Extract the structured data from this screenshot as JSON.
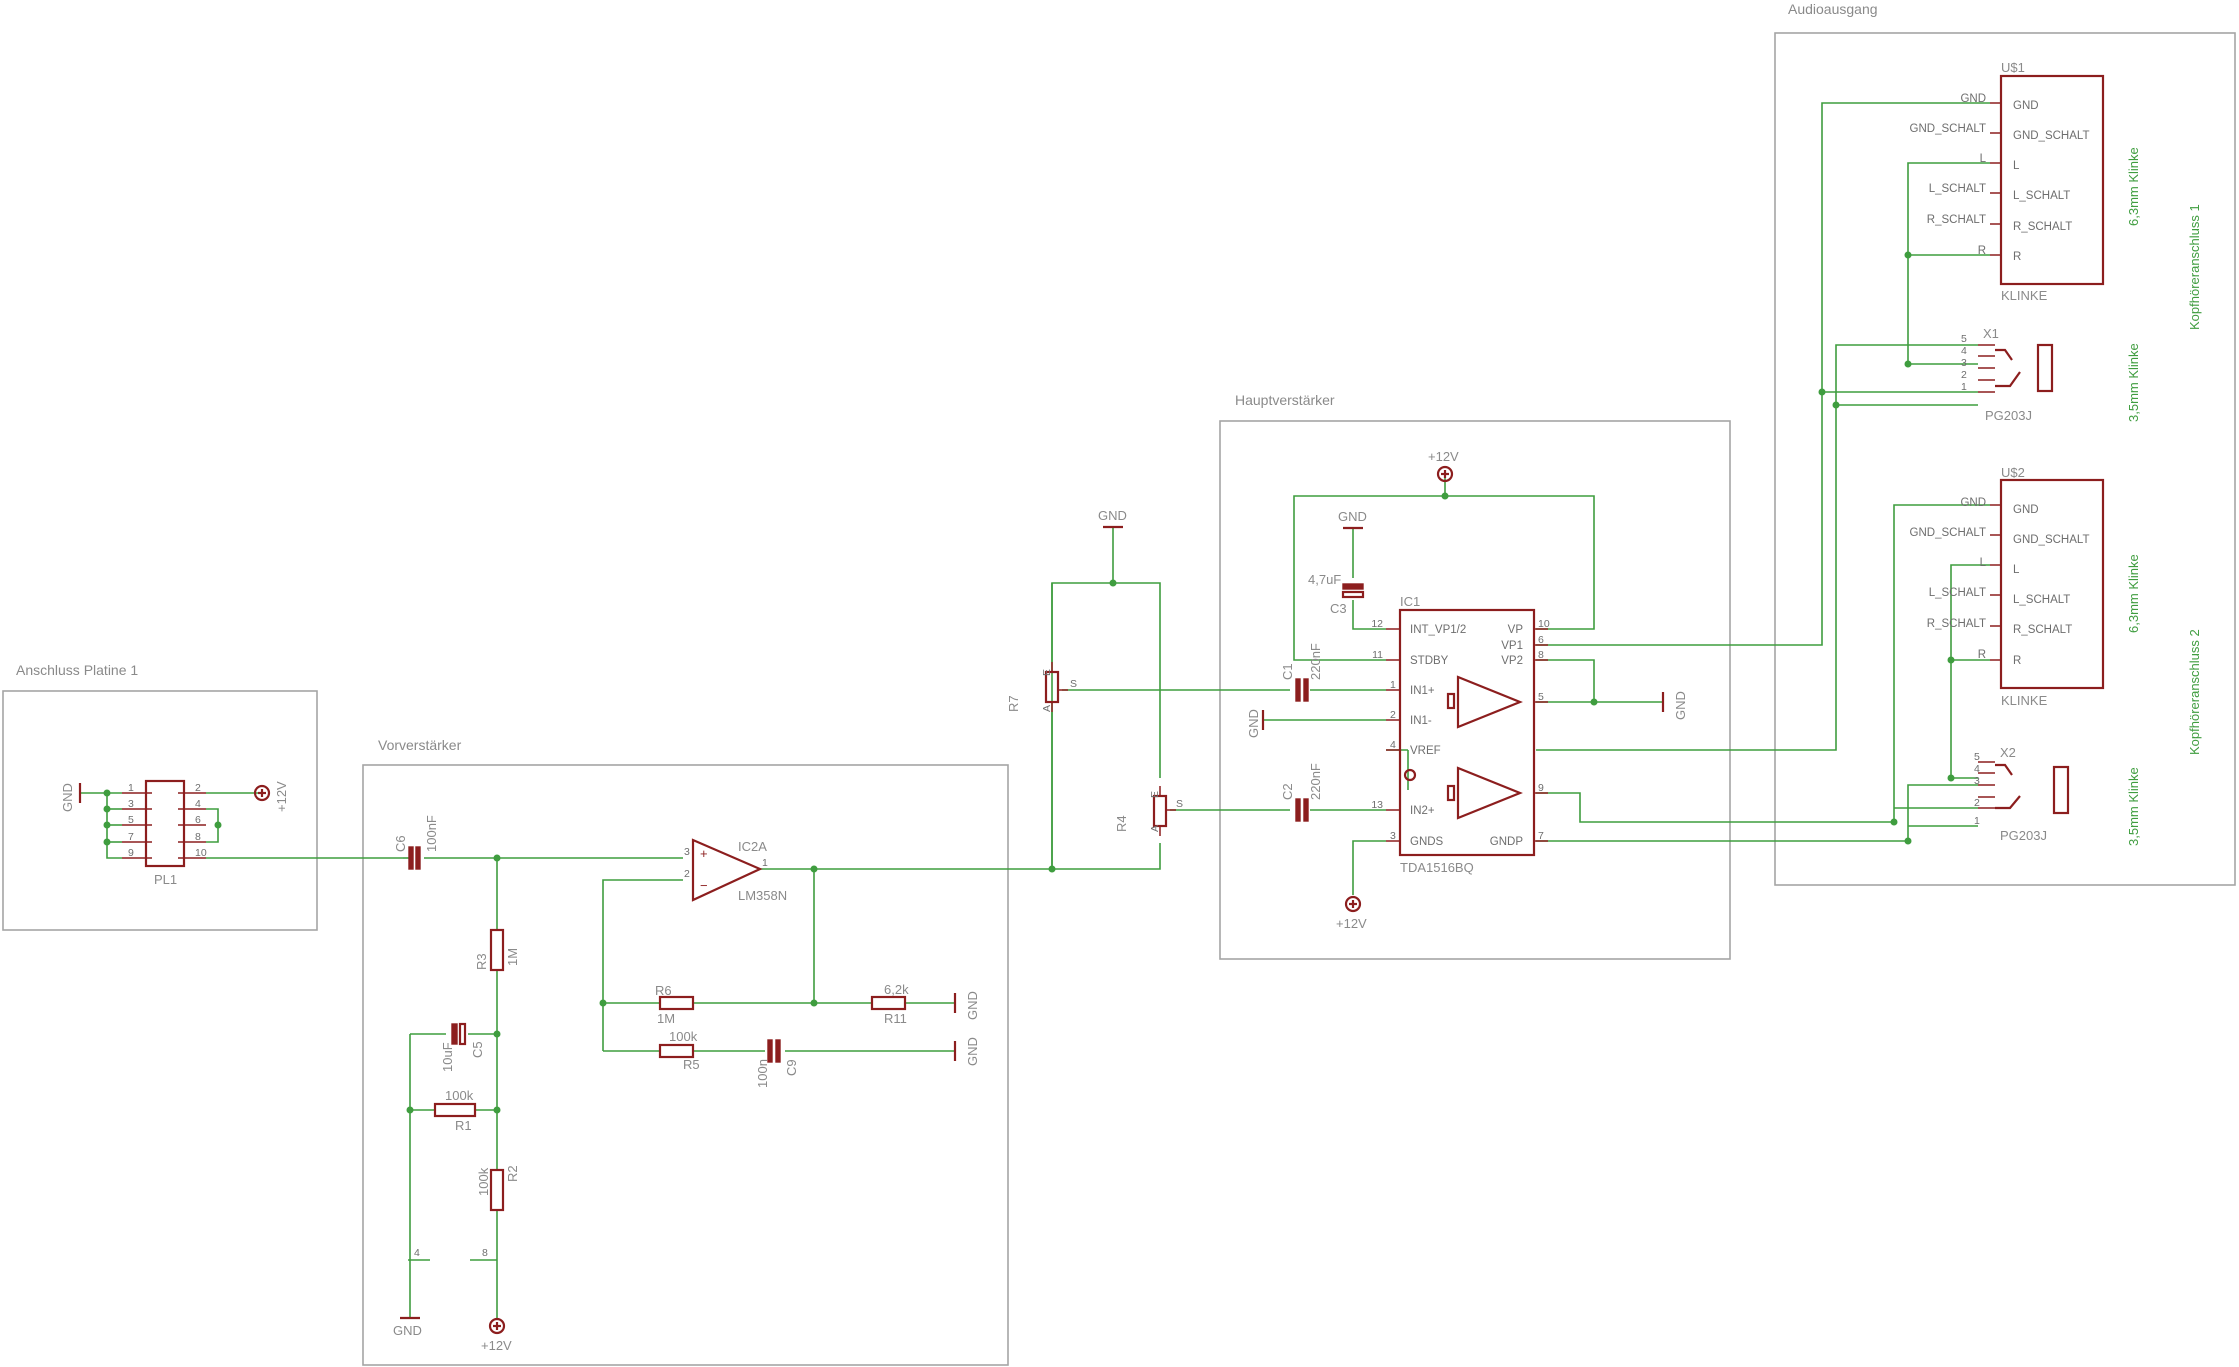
{
  "frames": {
    "anschluss": "Anschluss Platine 1",
    "vorverstaerker": "Vorverstärker",
    "hauptverstaerker": "Hauptverstärker",
    "audioausgang": "Audioausgang"
  },
  "supply": {
    "gnd": "GND",
    "vcc": "+12V"
  },
  "connector": {
    "name": "PL1",
    "pins_left": [
      "1",
      "3",
      "5",
      "7",
      "9"
    ],
    "pins_right": [
      "2",
      "4",
      "6",
      "8",
      "10"
    ]
  },
  "preamp": {
    "opamp_name": "IC2A",
    "opamp_value": "LM358N",
    "pin_plus": "3",
    "pin_minus": "2",
    "pin_out": "1",
    "pin_vcc": "8",
    "pin_gnd": "4",
    "c6": {
      "name": "C6",
      "value": "100nF"
    },
    "r3": {
      "name": "R3",
      "value": "1M"
    },
    "c5": {
      "name": "C5",
      "value": "10uF"
    },
    "r1": {
      "name": "R1",
      "value": "100k"
    },
    "r2": {
      "name": "R2",
      "value": "100k"
    },
    "r6": {
      "name": "R6",
      "value": "1M"
    },
    "r11": {
      "name": "R11",
      "value": "6,2k"
    },
    "r5": {
      "name": "R5",
      "value": "100k"
    },
    "c9": {
      "name": "C9",
      "value": "100n"
    }
  },
  "pots": {
    "r7": "R7",
    "r4": "R4",
    "pin_a": "A",
    "pin_e": "E",
    "pin_s": "S"
  },
  "mainamp": {
    "ic_name": "IC1",
    "ic_value": "TDA1516BQ",
    "c1": {
      "name": "C1",
      "value": "220nF"
    },
    "c2": {
      "name": "C2",
      "value": "220nF"
    },
    "c3": {
      "name": "C3",
      "value": "4,7uF"
    },
    "pins_left": [
      {
        "num": "12",
        "label": "INT_VP1/2"
      },
      {
        "num": "11",
        "label": "STDBY"
      },
      {
        "num": "1",
        "label": "IN1+"
      },
      {
        "num": "2",
        "label": "IN1-"
      },
      {
        "num": "4",
        "label": "VREF"
      },
      {
        "num": "13",
        "label": "IN2+"
      },
      {
        "num": "3",
        "label": "GNDS"
      }
    ],
    "pins_right": [
      {
        "num": "10",
        "label": "VP"
      },
      {
        "num": "6",
        "label": "VP1"
      },
      {
        "num": "8",
        "label": "VP2"
      },
      {
        "num": "5",
        "label": ""
      },
      {
        "num": "9",
        "label": ""
      },
      {
        "num": "7",
        "label": "GNDP"
      }
    ]
  },
  "output": {
    "jacks": [
      {
        "name": "U$1",
        "value": "KLINKE",
        "pins": [
          "GND",
          "GND_SCHALT",
          "L",
          "L_SCHALT",
          "R_SCHALT",
          "R"
        ],
        "note": "6,3mm Klinke"
      },
      {
        "name": "U$2",
        "value": "KLINKE",
        "pins": [
          "GND",
          "GND_SCHALT",
          "L",
          "L_SCHALT",
          "R_SCHALT",
          "R"
        ],
        "note": "6,3mm Klinke"
      }
    ],
    "small_jacks": [
      {
        "name": "X1",
        "value": "PG203J",
        "pins": [
          "5",
          "4",
          "3",
          "2",
          "1"
        ],
        "note": "3,5mm Klinke"
      },
      {
        "name": "X2",
        "value": "PG203J",
        "pins": [
          "5",
          "4",
          "3",
          "2",
          "1"
        ],
        "note": "3,5mm Klinke"
      }
    ],
    "group_labels": [
      "Kopfhöreranschluss 1",
      "Kopfhöreranschluss 2"
    ]
  },
  "colors": {
    "wire": "#3f9d3f",
    "symbol": "#8c1e1e",
    "frame": "#a5a5a5",
    "text": "#8a8a8a"
  }
}
